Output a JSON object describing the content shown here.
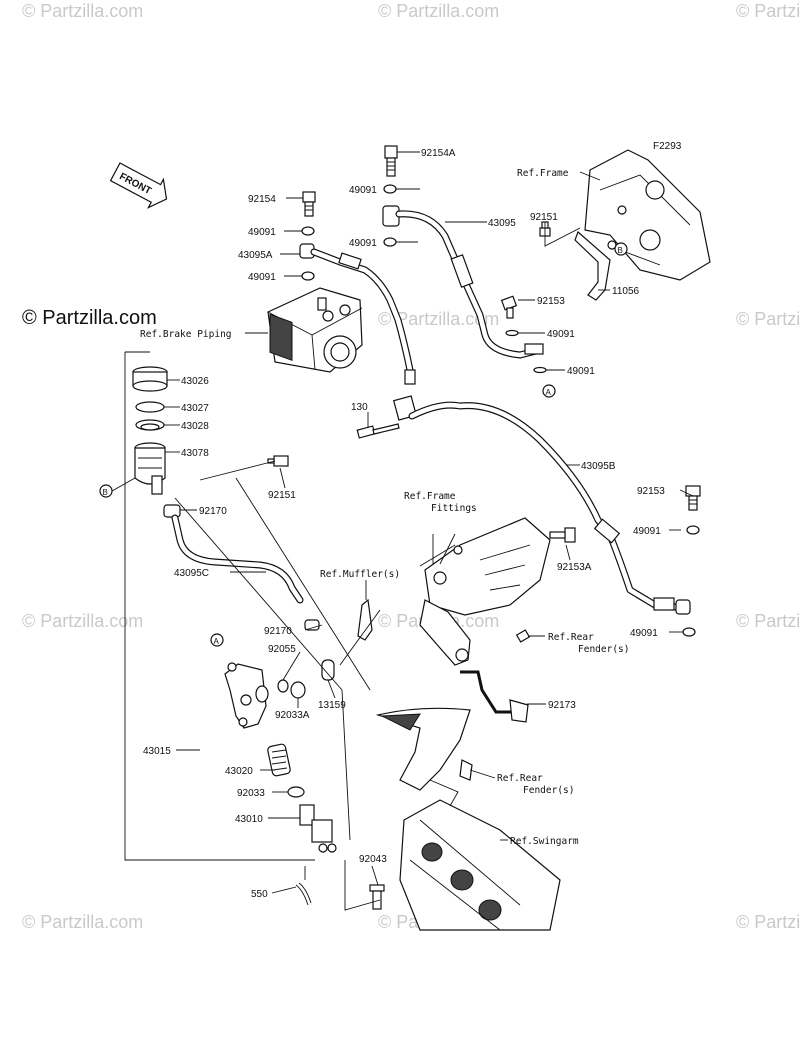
{
  "watermark": "© Partzilla.com",
  "brand": "© Partzilla.com",
  "diagram_code": "F2293",
  "front_label": "FRONT",
  "callouts": {
    "c_A": "A",
    "c_B": "B"
  },
  "labels": {
    "p92154A": "92154A",
    "p49091_a": "49091",
    "p43095": "43095",
    "p92154": "92154",
    "p49091_b": "49091",
    "p43095A": "43095A",
    "p49091_c": "49091",
    "p49091_d": "49091",
    "p92151_top": "92151",
    "p92153_top": "92153",
    "p49091_e": "49091",
    "p49091_f": "49091",
    "p11056": "11056",
    "p130": "130",
    "p43026": "43026",
    "p43027": "43027",
    "p43028": "43028",
    "p43078": "43078",
    "p92151_mid": "92151",
    "p92170_a": "92170",
    "p43095B": "43095B",
    "p92153_r": "92153",
    "p49091_g": "49091",
    "p92153A": "92153A",
    "p43095C": "43095C",
    "p92170_b": "92170",
    "p92055": "92055",
    "p13159": "13159",
    "p92033A": "92033A",
    "p49091_h": "49091",
    "p92173": "92173",
    "p43015": "43015",
    "p43020": "43020",
    "p92033": "92033",
    "p43010": "43010",
    "p92043": "92043",
    "p550": "550"
  },
  "refs": {
    "ref_frame": "Ref.Frame",
    "ref_brake_piping": "Ref.Brake Piping",
    "ref_frame_fittings_1": "Ref.Frame",
    "ref_frame_fittings_2": "Fittings",
    "ref_muffler": "Ref.Muffler(s)",
    "ref_rear_fender_1a": "Ref.Rear",
    "ref_rear_fender_1b": "Fender(s)",
    "ref_rear_fender_2a": "Ref.Rear",
    "ref_rear_fender_2b": "Fender(s)",
    "ref_swingarm": "Ref.Swingarm"
  }
}
